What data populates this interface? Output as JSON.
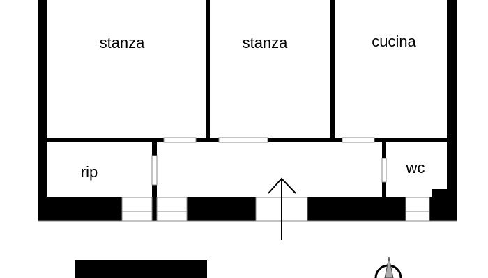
{
  "rooms": [
    {
      "id": "stanza-1",
      "label": "stanza"
    },
    {
      "id": "stanza-2",
      "label": "stanza"
    },
    {
      "id": "cucina",
      "label": "cucina"
    },
    {
      "id": "rip",
      "label": "rip"
    },
    {
      "id": "wc",
      "label": "wc"
    }
  ],
  "icons": {
    "entrance": "entrance-arrow-icon",
    "north": "compass-north-icon"
  },
  "colors": {
    "wall": "#000000",
    "background": "#ffffff",
    "opening_line": "#888888"
  }
}
